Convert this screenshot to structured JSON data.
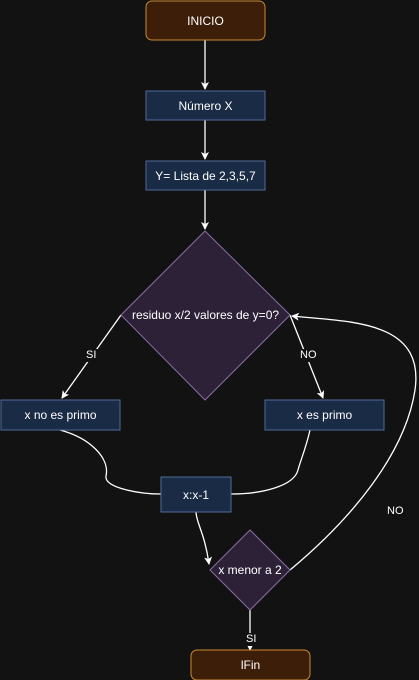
{
  "colors": {
    "background": "#121212",
    "process_fill": "#1a2b45",
    "process_stroke": "#4d6b99",
    "terminal_fill": "#3d1e08",
    "terminal_stroke": "#c98a2e",
    "decision_fill": "#2d2138",
    "decision_stroke": "#8a6fa3",
    "edge": "#ffffff",
    "text": "#ffffff"
  },
  "nodes": {
    "start": "INICIO",
    "input": "Número X",
    "list": "Y= Lista de 2,3,5,7",
    "decision_residue": "residuo x/2 valores de y=0?",
    "not_prime": "x no es primo",
    "prime": "x es primo",
    "decrement": "x:x-1",
    "decision_less": "x menor a 2",
    "end": "lFin"
  },
  "edges": {
    "si_left": "SI",
    "no_right": "NO",
    "no_loop": "NO",
    "si_end": "SI"
  }
}
